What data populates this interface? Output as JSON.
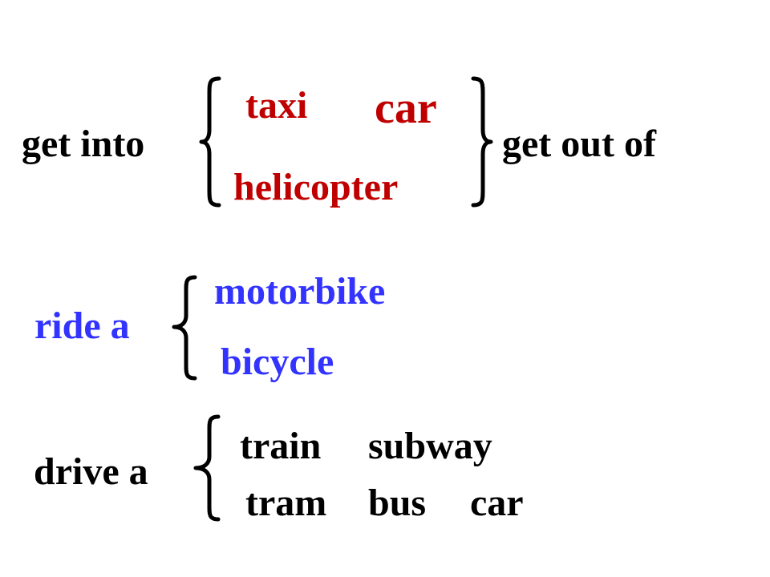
{
  "group1": {
    "prefix": "get into",
    "items": [
      "taxi",
      "car",
      "helicopter"
    ],
    "suffix": "get out of",
    "color": "#c00000"
  },
  "group2": {
    "prefix": "ride a",
    "items": [
      "motorbike",
      "bicycle"
    ],
    "color": "#3333ff"
  },
  "group3": {
    "prefix": "drive a",
    "items": [
      "train",
      "subway",
      "tram",
      "bus",
      "car"
    ],
    "color": "#000000"
  }
}
